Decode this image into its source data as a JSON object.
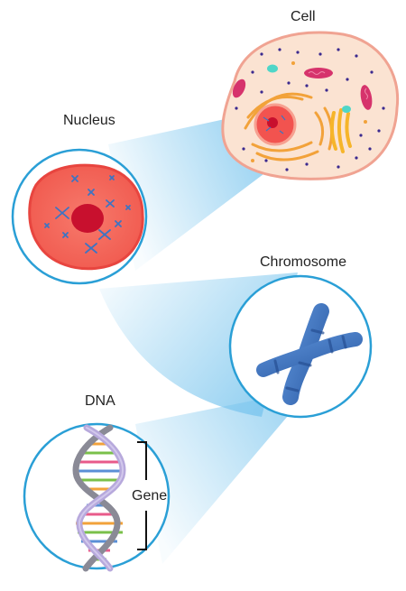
{
  "labels": {
    "cell": "Cell",
    "nucleus": "Nucleus",
    "chromosome": "Chromosome",
    "dna": "DNA",
    "gene": "Gene"
  },
  "colors": {
    "zoom_beam": "#7cc6ee",
    "circle_outline": "#2a9fd6",
    "cell_membrane": "#f0a392",
    "cell_cytoplasm": "#fbe3d2",
    "nucleus_red": "#f2534f",
    "nucleolus": "#c8102e",
    "chromosome_blue": "#3d74c3",
    "mitochondria": "#d6336c",
    "organelle_cyan": "#4fd6c8",
    "dna_backbone_purple": "#b7a9dc",
    "dna_backbone_gray": "#8a8a96"
  },
  "icons": [
    "cell-icon",
    "nucleus-icon",
    "chromosome-icon",
    "dna-helix-icon",
    "gene-bracket-icon"
  ]
}
